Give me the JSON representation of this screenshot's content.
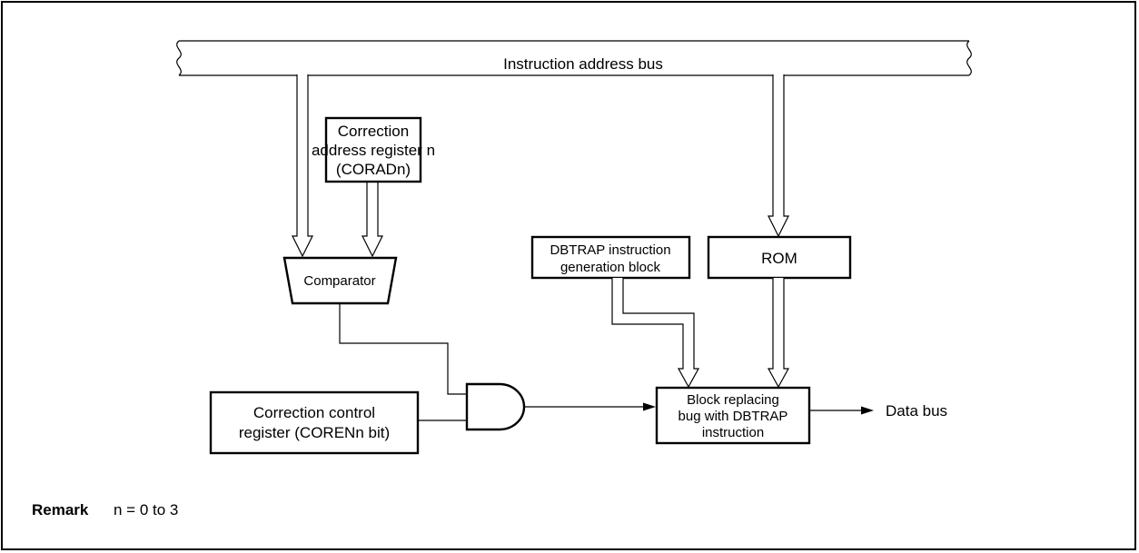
{
  "diagram": {
    "bus_label": "Instruction address bus",
    "register_label_lines": [
      "Correction",
      "address register n",
      "(CORADn)"
    ],
    "comparator_label": "Comparator",
    "dbtrap_gen_lines": [
      "DBTRAP instruction",
      "generation block"
    ],
    "rom_label": "ROM",
    "control_reg_lines": [
      "Correction control",
      "register (CORENn bit)"
    ],
    "replace_block_lines": [
      "Block replacing",
      "bug with DBTRAP",
      "instruction"
    ],
    "output_label": "Data bus"
  },
  "remark": {
    "title": "Remark",
    "text": "n = 0 to 3"
  }
}
